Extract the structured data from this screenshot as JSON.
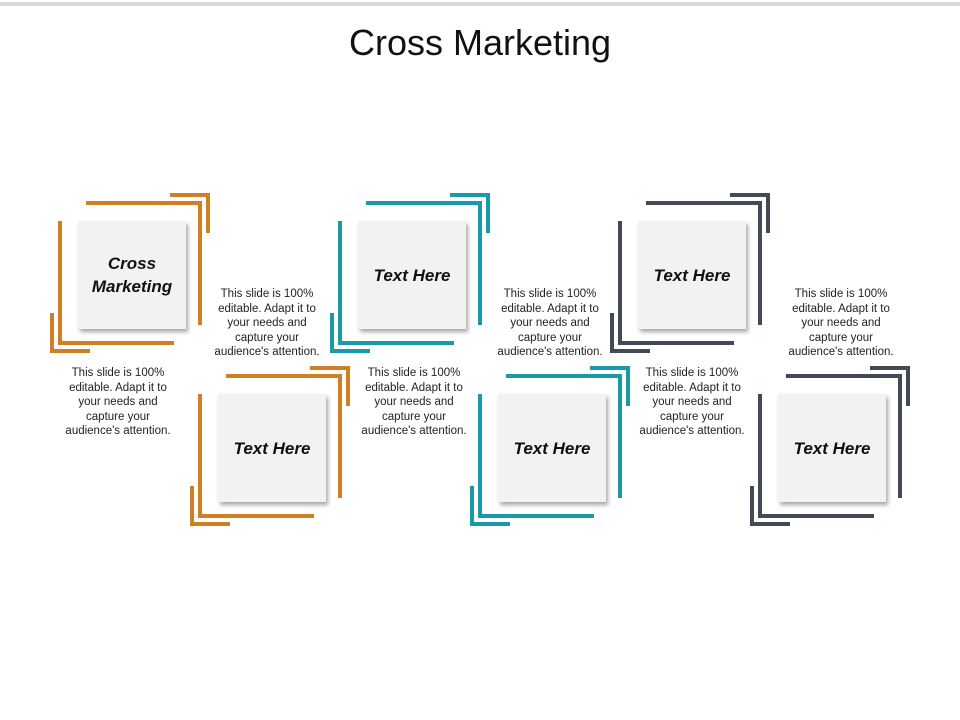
{
  "title": "Cross Marketing",
  "colors": {
    "orange": "#d17f22",
    "teal": "#1a9aa6",
    "slate": "#414a55",
    "card": "#f2f2f2"
  },
  "tiles": [
    {
      "label": "Cross Marketing",
      "color": "orange"
    },
    {
      "label": "Text Here",
      "color": "orange"
    },
    {
      "label": "Text Here",
      "color": "teal"
    },
    {
      "label": "Text Here",
      "color": "teal"
    },
    {
      "label": "Text Here",
      "color": "slate"
    },
    {
      "label": "Text Here",
      "color": "slate"
    }
  ],
  "descriptions": [
    "This slide is 100% editable. Adapt it to your needs and capture your audience's attention.",
    "This slide is 100% editable. Adapt it to your needs and capture your audience's attention.",
    "This slide is 100% editable. Adapt it to your needs and capture your audience's attention.",
    "This slide is 100% editable. Adapt it to your needs and capture your audience's attention.",
    "This slide is 100% editable. Adapt it to your needs and capture your audience's attention.",
    "This slide is 100% editable. Adapt it to your needs and capture your audience's attention."
  ]
}
